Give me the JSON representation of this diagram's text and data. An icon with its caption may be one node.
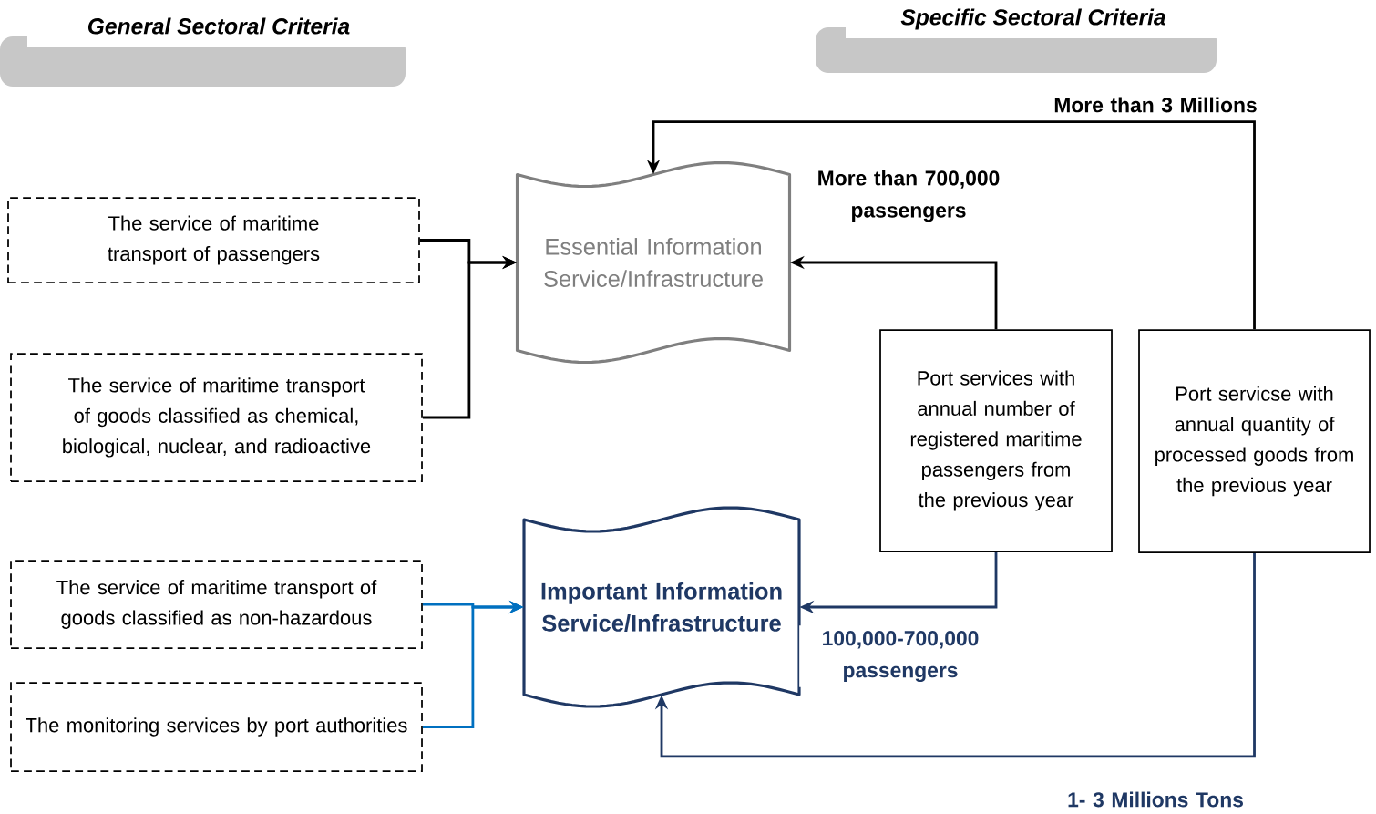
{
  "diagram": {
    "nodes": [
      {
        "text": [
          "General Sectoral Criteria"
        ]
      },
      {
        "text": [
          "Specific Sectoral Criteria"
        ]
      },
      {
        "text": [
          "The service of maritime transport of passengers"
        ]
      },
      {
        "text": [
          "The service of maritime transport of goods classified as chemical, biological, nuclear, and radioactive"
        ]
      },
      {
        "text": [
          "The service of maritime transport of goods classified as non-hazardous"
        ]
      },
      {
        "text": [
          "The monitoring services by port authorities"
        ]
      },
      {
        "text": [
          "Essential Information Service/Infrastructure"
        ]
      },
      {
        "text": [
          "Important Information Service/Infrastructure"
        ]
      },
      {
        "text": [
          "Port services with annual number of registered maritime passengers from the previous year"
        ]
      },
      {
        "text": [
          "Port servicse with annual quantity of processed goods from the previous year"
        ]
      }
    ],
    "edges": [
      {
        "from": 2,
        "to": 6,
        "arrow": "to"
      },
      {
        "from": 3,
        "to": 6,
        "arrow": "to"
      },
      {
        "from": 4,
        "to": 7,
        "arrow": "to",
        "color": "#0070c0"
      },
      {
        "from": 5,
        "to": 7,
        "arrow": "to",
        "color": "#0070c0"
      },
      {
        "from": 8,
        "to": 6,
        "arrow": "to",
        "label": "More than 700,000 passengers"
      },
      {
        "from": 9,
        "to": 6,
        "arrow": "to",
        "label": "More than 3 Millions"
      },
      {
        "from": 8,
        "to": 7,
        "arrow": "to",
        "label": "100,000-700,000 passengers",
        "color": "#1f3864"
      },
      {
        "from": 9,
        "to": 7,
        "arrow": "to",
        "label": "1- 3 Millions Tons",
        "color": "#1f3864"
      }
    ]
  }
}
